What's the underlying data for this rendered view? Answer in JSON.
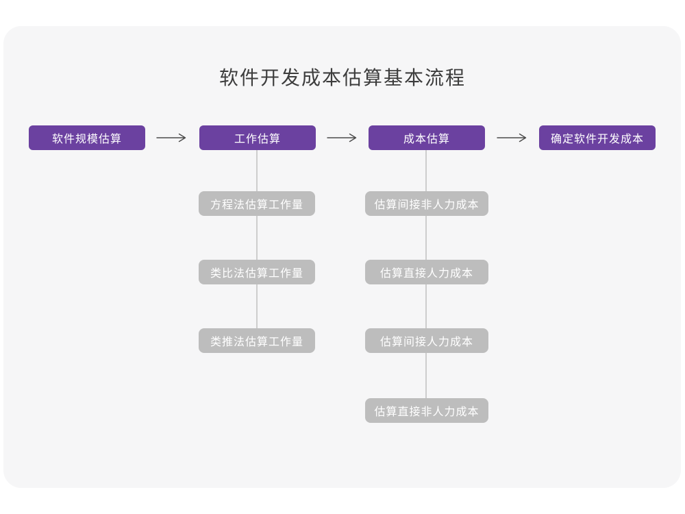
{
  "title": "软件开发成本估算基本流程",
  "colors": {
    "page_bg": "#ffffff",
    "panel_bg": "#f6f6f7",
    "stage_bg": "#6b41a0",
    "substep_bg": "#bdbdbd",
    "node_text": "#ffffff",
    "connector": "#cdcdcd",
    "arrow": "#4a4a4a",
    "title_text": "#3c3c3c"
  },
  "icons": {
    "arrow": "arrow-right-icon"
  },
  "flow": {
    "stages": [
      {
        "label": "软件规模估算"
      },
      {
        "label": "工作估算"
      },
      {
        "label": "成本估算"
      },
      {
        "label": "确定软件开发成本"
      }
    ],
    "work_substeps": [
      {
        "label": "方程法估算工作量"
      },
      {
        "label": "类比法估算工作量"
      },
      {
        "label": "类推法估算工作量"
      }
    ],
    "cost_substeps": [
      {
        "label": "估算间接非人力成本"
      },
      {
        "label": "估算直接人力成本"
      },
      {
        "label": "估算间接人力成本"
      },
      {
        "label": "估算直接非人力成本"
      }
    ]
  }
}
